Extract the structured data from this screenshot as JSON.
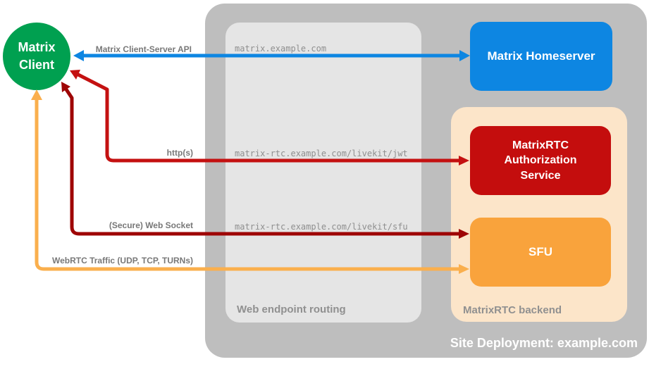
{
  "colors": {
    "white": "#ffffff",
    "outer_container": "#bebebe",
    "routing_box": "#e5e5e5",
    "backend_container": "#fce5c9",
    "client_green": "#00a050",
    "homeserver_blue": "#0d86e2",
    "auth_red": "#c40d0d",
    "sfu_orange": "#f9a33c",
    "arrow_blue": "#0d86e2",
    "arrow_red_bright": "#c41111",
    "arrow_red_dark": "#9e0505",
    "arrow_orange": "#faaf4d",
    "label_gray": "#787878",
    "url_gray": "#8f8f8f",
    "section_label_gray": "#909090"
  },
  "nodes": {
    "client": {
      "label": "Matrix Client"
    },
    "homeserver": {
      "label": "Matrix Homeserver"
    },
    "auth_service": {
      "label": "MatrixRTC Authorization Service"
    },
    "sfu": {
      "label": "SFU"
    }
  },
  "containers": {
    "site_deployment": {
      "label": "Site Deployment: example.com"
    },
    "web_endpoint_routing": {
      "label": "Web endpoint routing"
    },
    "matrixrtc_backend": {
      "label": "MatrixRTC backend"
    }
  },
  "edges": {
    "client_server_api": {
      "label": "Matrix Client-Server API",
      "endpoint": "matrix.example.com"
    },
    "https": {
      "label": "http(s)",
      "endpoint": "matrix-rtc.example.com/livekit/jwt"
    },
    "websocket": {
      "label": "(Secure) Web Socket",
      "endpoint": "matrix-rtc.example.com/livekit/sfu"
    },
    "webrtc": {
      "label": "WebRTC Traffic (UDP, TCP, TURNs)"
    }
  }
}
